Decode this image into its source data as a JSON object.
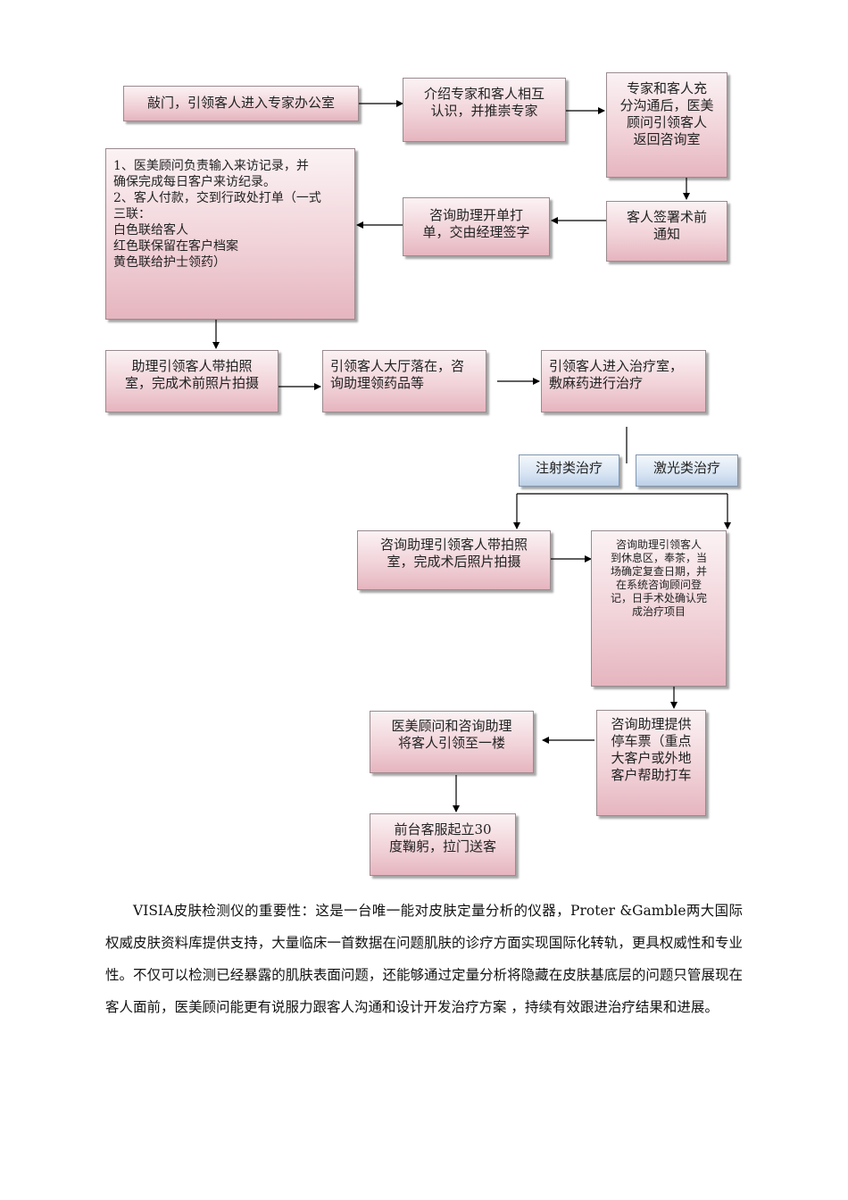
{
  "flow": {
    "n1": "敲门，引领客人进入专家办公室",
    "n2": "介绍专家和客人相互\n认识，并推崇专家",
    "n3": "专家和客人充\n分沟通后，医美\n顾问引领客人\n返回咨询室",
    "n4": "1、医美顾问负责输入来访记录，并\n确保完成每日客户来访纪录。\n2、客人付款，交到行政处打单（一式\n三联：\n白色联给客人\n红色联保留在客户档案\n黄色联给护士领药）",
    "n5": "咨询助理开单打\n单，交由经理签字",
    "n6": "客人签署术前\n通知",
    "n7": "助理引领客人带拍照\n室，完成术前照片拍摄",
    "n8": "引领客人大厅落在，咨\n询助理领药品等",
    "n9": "引领客人进入治疗室，\n敷麻药进行治疗",
    "n10": "注射类治疗",
    "n11": "激光类治疗",
    "n12": "咨询助理引领客人带拍照\n室，完成术后照片拍摄",
    "n13": "咨询助理引领客人\n到休息区，奉茶，当\n场确定复查日期，并\n在系统咨询顾问登\n记，日手术处确认完\n成治疗项目",
    "n14": "医美顾问和咨询助理\n将客人引领至一楼",
    "n15": "咨询助理提供\n停车票（重点\n大客户或外地\n客户帮助打车",
    "n16": "前台客服起立30\n度鞠躬，拉门送客"
  },
  "paragraph": "VISIA皮肤检测仪的重要性：这是一台唯一能对皮肤定量分析的仪器，Proter &Gamble两大国际权威皮肤资料库提供支持，大量临床一首数据在问题肌肤的诊疗方面实现国际化转轨，更具权威性和专业性。不仅可以检测已经暴露的肌肤表面问题，还能够通过定量分析将隐藏在皮肤基底层的问题只管展现在客人面前，医美顾问能更有说服力跟客人沟通和设计开发治疗方案 ，持续有效跟进治疗结果和进展。"
}
